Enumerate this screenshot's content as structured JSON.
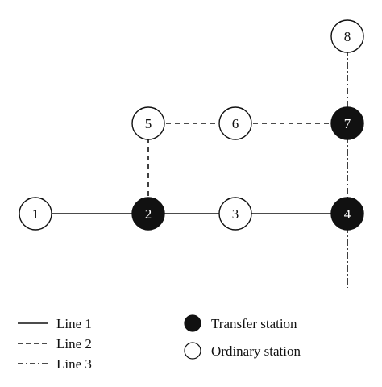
{
  "colors": {
    "line": "#111111",
    "transfer_fill": "#111111",
    "transfer_text": "#ffffff",
    "ordinary_fill": "#ffffff",
    "ordinary_text": "#111111"
  },
  "stations": [
    {
      "id": "1",
      "label": "1",
      "type": "ordinary"
    },
    {
      "id": "2",
      "label": "2",
      "type": "transfer"
    },
    {
      "id": "3",
      "label": "3",
      "type": "ordinary"
    },
    {
      "id": "4",
      "label": "4",
      "type": "transfer"
    },
    {
      "id": "5",
      "label": "5",
      "type": "ordinary"
    },
    {
      "id": "6",
      "label": "6",
      "type": "ordinary"
    },
    {
      "id": "7",
      "label": "7",
      "type": "transfer"
    },
    {
      "id": "8",
      "label": "8",
      "type": "ordinary"
    }
  ],
  "lines": [
    {
      "id": "line-1",
      "style": "solid",
      "stations": [
        "1",
        "2",
        "3",
        "4"
      ]
    },
    {
      "id": "line-2",
      "style": "dashed",
      "stations": [
        "2",
        "5",
        "6",
        "7"
      ]
    },
    {
      "id": "line-3",
      "style": "dash-dot",
      "stations": [
        "8",
        "7",
        "4"
      ],
      "continues_beyond": "4"
    }
  ],
  "legend": {
    "line_1": "Line 1",
    "line_2": "Line 2",
    "line_3": "Line 3",
    "transfer": "Transfer station",
    "ordinary": "Ordinary station"
  }
}
